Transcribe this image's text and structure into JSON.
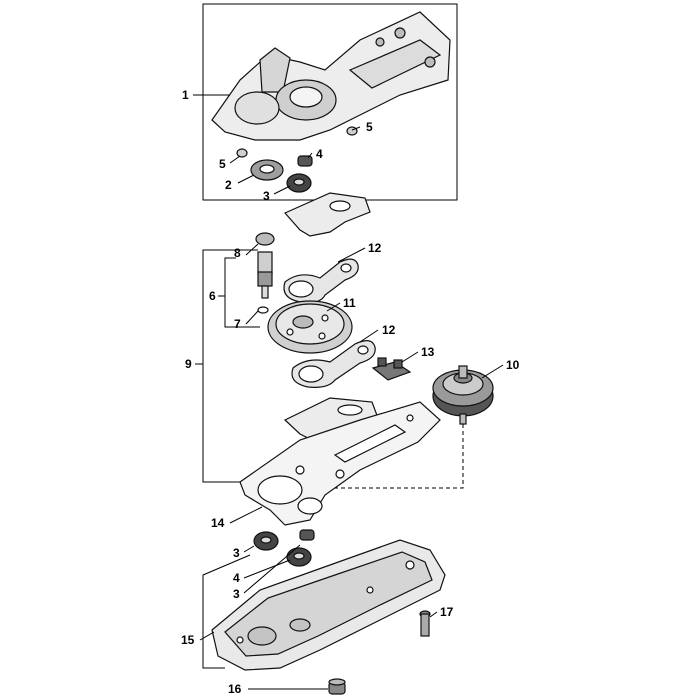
{
  "callouts": {
    "c1": "1",
    "c5a": "5",
    "c5b": "5",
    "c4a": "4",
    "c2": "2",
    "c3a": "3",
    "c8": "8",
    "c6": "6",
    "c7": "7",
    "c9": "9",
    "c12a": "12",
    "c11": "11",
    "c12b": "12",
    "c13": "13",
    "c10": "10",
    "c14": "14",
    "c3b": "3",
    "c4b": "4",
    "c3c": "3",
    "c15": "15",
    "c17": "17",
    "c16": "16"
  },
  "colors": {
    "line": "#000000",
    "part_fill": "#ededed",
    "part_dark": "#bdbdbd",
    "background": "#ffffff"
  }
}
